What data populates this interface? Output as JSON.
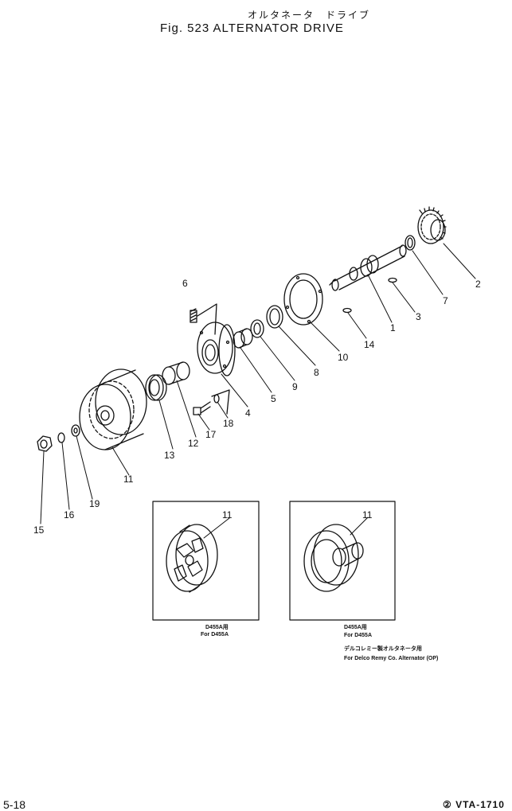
{
  "header": {
    "title_jp": "オルタネータ　ドライブ",
    "title_en": "Fig. 523   ALTERNATOR DRIVE"
  },
  "callouts": [
    "6",
    "2",
    "7",
    "3",
    "1",
    "14",
    "10",
    "8",
    "9",
    "5",
    "4",
    "18",
    "17",
    "12",
    "13",
    "11",
    "19",
    "16",
    "15"
  ],
  "detail_views": {
    "left": {
      "callout": "11",
      "caption_line1": "D455A用",
      "caption_line2": "For  D455A"
    },
    "right": {
      "callout": "11",
      "caption_line1": "D455A用",
      "caption_line2": "For  D455A",
      "caption_line3": "デルコレミー製オルタネータ用",
      "caption_line4": "For Delco Remy Co. Alternator (OP)"
    }
  },
  "footer": {
    "page_number": "5-18",
    "doc_code": "② VTA-1710"
  }
}
